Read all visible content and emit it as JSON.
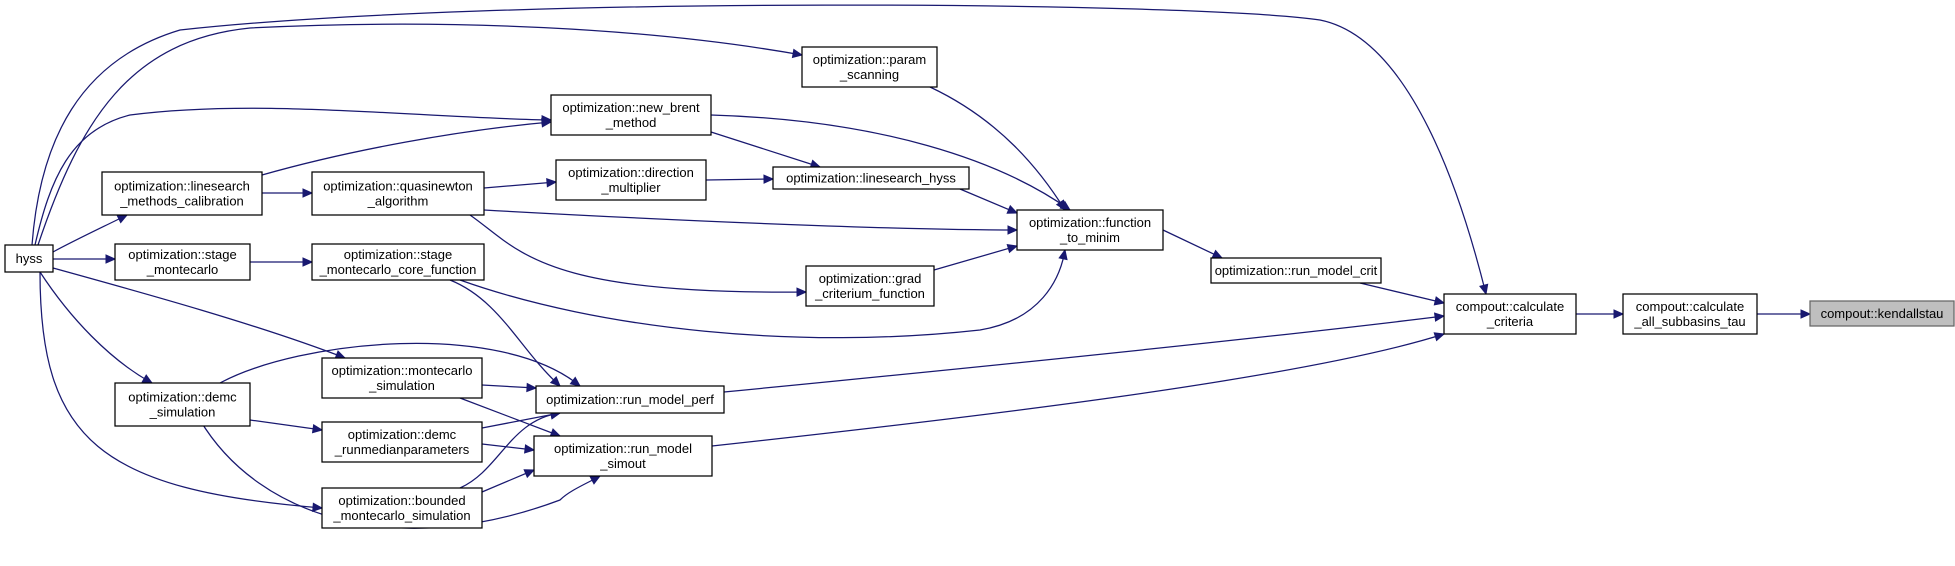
{
  "colors": {
    "edge": "#191970",
    "node_border": "#000000",
    "highlight_fill": "#bfbfbf",
    "background": "#ffffff"
  },
  "nodes": {
    "hyss": {
      "lines": [
        "hyss"
      ]
    },
    "ls_calib": {
      "lines": [
        "optimization::linesearch",
        "_methods_calibration"
      ]
    },
    "stage_mc": {
      "lines": [
        "optimization::stage",
        "_montecarlo"
      ]
    },
    "demc_sim": {
      "lines": [
        "optimization::demc",
        "_simulation"
      ]
    },
    "new_brent": {
      "lines": [
        "optimization::new_brent",
        "_method"
      ]
    },
    "quasinewton": {
      "lines": [
        "optimization::quasinewton",
        "_algorithm"
      ]
    },
    "stage_mc_core": {
      "lines": [
        "optimization::stage",
        "_montecarlo_core_function"
      ]
    },
    "mc_sim": {
      "lines": [
        "optimization::montecarlo",
        "_simulation"
      ]
    },
    "demc_runmedian": {
      "lines": [
        "optimization::demc",
        "_runmedianparameters"
      ]
    },
    "bounded_mc": {
      "lines": [
        "optimization::bounded",
        "_montecarlo_simulation"
      ]
    },
    "param_scan": {
      "lines": [
        "optimization::param",
        "_scanning"
      ]
    },
    "dir_mult": {
      "lines": [
        "optimization::direction",
        "_multiplier"
      ]
    },
    "grad_crit": {
      "lines": [
        "optimization::grad",
        "_criterium_function"
      ]
    },
    "ls_hyss": {
      "lines": [
        "optimization::linesearch_hyss"
      ]
    },
    "run_model_perf": {
      "lines": [
        "optimization::run_model_perf"
      ]
    },
    "run_model_simout": {
      "lines": [
        "optimization::run_model",
        "_simout"
      ]
    },
    "func_to_minim": {
      "lines": [
        "optimization::function",
        "_to_minim"
      ]
    },
    "run_model_crit": {
      "lines": [
        "optimization::run_model_crit"
      ]
    },
    "calc_criteria": {
      "lines": [
        "compout::calculate",
        "_criteria"
      ]
    },
    "calc_all_tau": {
      "lines": [
        "compout::calculate",
        "_all_subbasins_tau"
      ]
    },
    "kendallstau": {
      "lines": [
        "compout::kendallstau"
      ]
    }
  }
}
